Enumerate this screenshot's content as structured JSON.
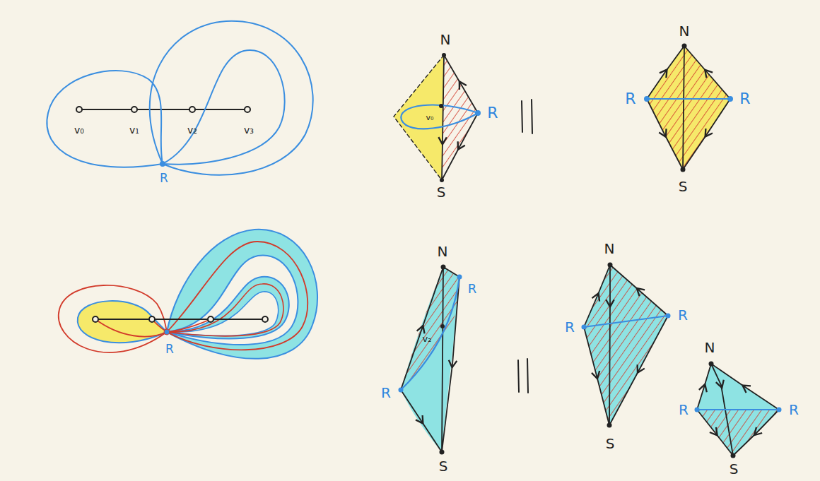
{
  "diagram": {
    "labels": [
      "v₀",
      "v₁",
      "v₂",
      "v₃",
      "R",
      "N",
      "v₀",
      "R",
      "S",
      "N",
      "R",
      "R",
      "S",
      "R",
      "N",
      "R",
      "v₂",
      "R",
      "S",
      "N",
      "R",
      "R",
      "S",
      "N",
      "R",
      "R",
      "S"
    ]
  }
}
